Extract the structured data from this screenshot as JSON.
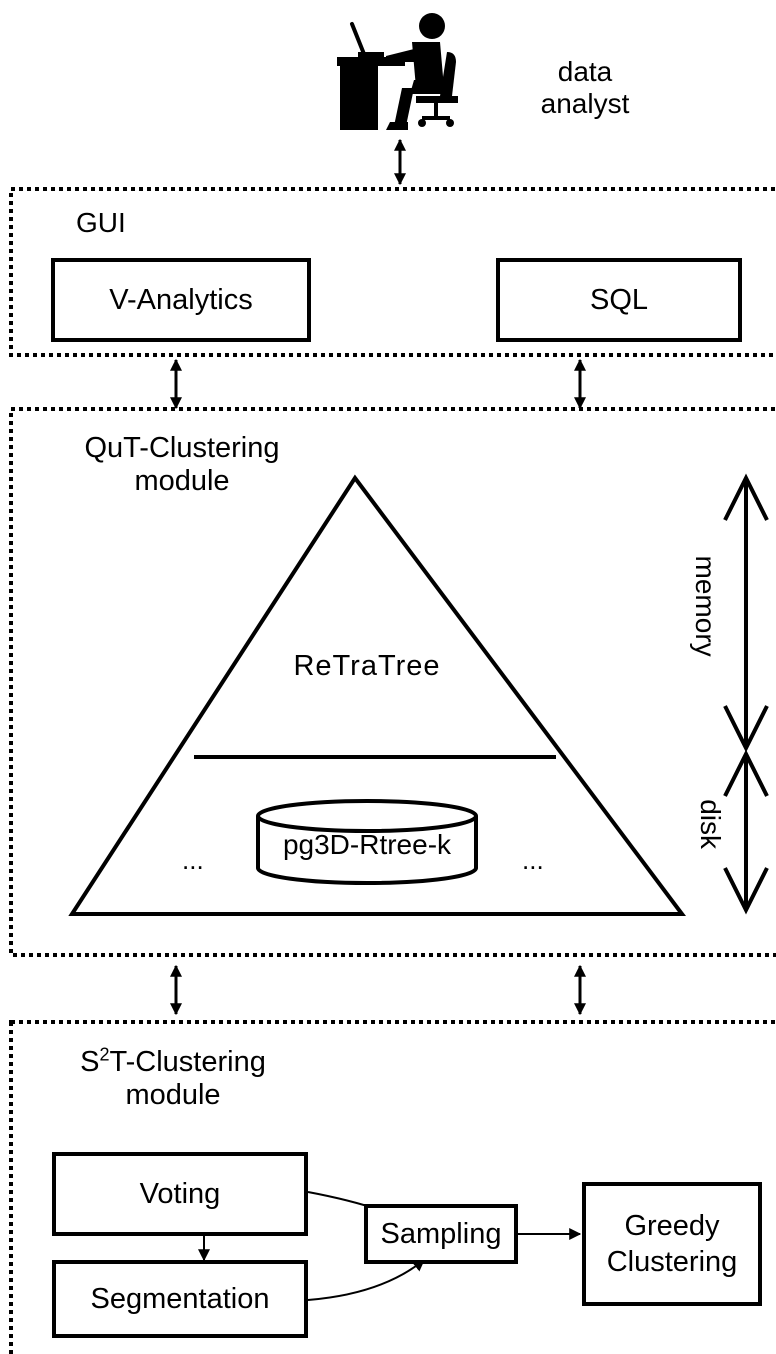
{
  "user": {
    "label_line1": "data",
    "label_line2": "analyst",
    "icon": "data-analyst-at-desk-icon"
  },
  "gui": {
    "title": "GUI",
    "v_analytics_label": "V-Analytics",
    "sql_label": "SQL"
  },
  "qut": {
    "title_line1": "QuT-Clustering",
    "title_line2": "module",
    "retratree_label": "ReTraTree",
    "pg3d_label": "pg3D-Rtree-k",
    "ellipsis_left": "...",
    "ellipsis_right": "...",
    "memory_label": "memory",
    "disk_label": "disk"
  },
  "s2t": {
    "title_prefix": "S",
    "title_superscript": "2",
    "title_suffix": "T-Clustering",
    "title_line2": "module",
    "voting_label": "Voting",
    "segmentation_label": "Segmentation",
    "sampling_label": "Sampling",
    "greedy_line1": "Greedy",
    "greedy_line2": "Clustering"
  },
  "colors": {
    "stroke": "#000000",
    "background": "#ffffff"
  }
}
